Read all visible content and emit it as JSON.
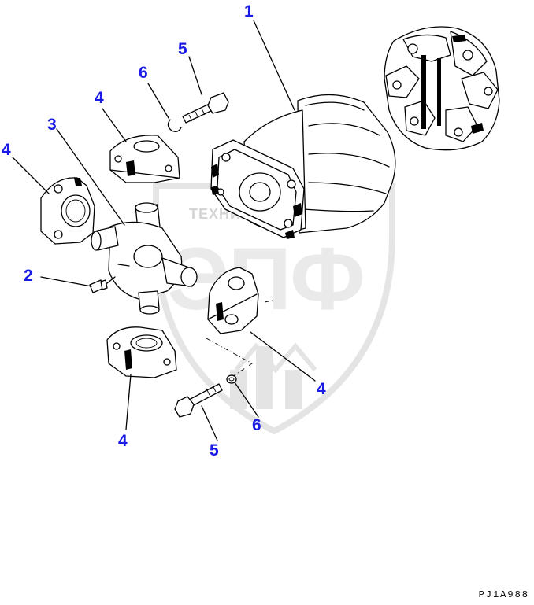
{
  "callouts": {
    "c1": "1",
    "c2": "2",
    "c3": "3",
    "c4a": "4",
    "c4b": "4",
    "c4c": "4",
    "c4d": "4",
    "c5a": "5",
    "c5b": "5",
    "c6a": "6",
    "c6b": "6"
  },
  "watermark": {
    "top_text": "ТЕХНИКА ⚙ ЗАПЧАСТИ",
    "big_text": "ЭПФ"
  },
  "drawing_code": "PJ1A988",
  "colors": {
    "callout": "#1a1ae6",
    "line": "#000000",
    "watermark": "#9a9a9a"
  }
}
